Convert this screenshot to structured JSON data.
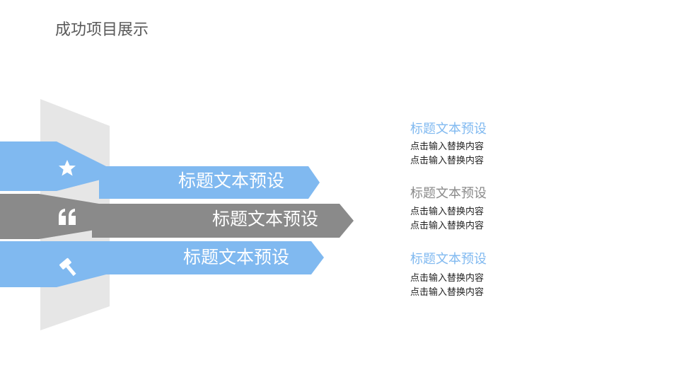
{
  "slide": {
    "title": "成功项目展示"
  },
  "colors": {
    "blue": "#80b9f0",
    "gray": "#8a8a8a",
    "panel": "#e6e6e6"
  },
  "arrows": [
    {
      "label": "标题文本预设",
      "icon": "star-icon",
      "color": "blue"
    },
    {
      "label": "标题文本预设",
      "icon": "quote-icon",
      "color": "gray"
    },
    {
      "label": "标题文本预设",
      "icon": "gavel-icon",
      "color": "blue"
    }
  ],
  "items": [
    {
      "title": "标题文本预设",
      "lines": [
        "点击输入替换内容",
        "点击输入替换内容"
      ]
    },
    {
      "title": "标题文本预设",
      "lines": [
        "点击输入替换内容",
        "点击输入替换内容"
      ]
    },
    {
      "title": "标题文本预设",
      "lines": [
        "点击输入替换内容",
        "点击输入替换内容"
      ]
    }
  ]
}
